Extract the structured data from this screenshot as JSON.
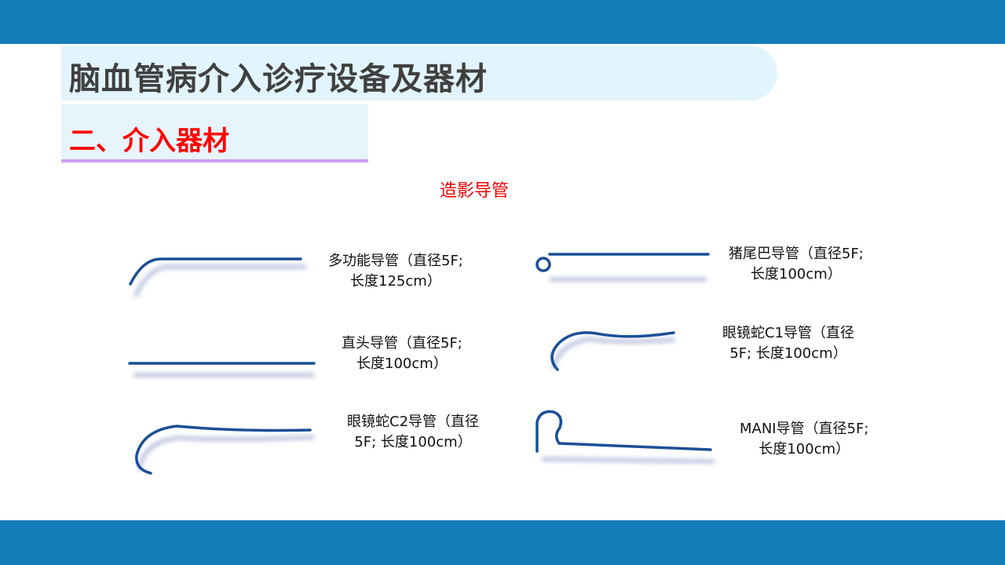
{
  "header": {
    "title": "脑血管病介入诊疗设备及器材",
    "section": "二、介入器材",
    "caption": "造影导管"
  },
  "catheters": [
    {
      "line1": "多功能导管（直径5F;",
      "line2": "长度125cm）"
    },
    {
      "line1": "猪尾巴导管（直径5F;",
      "line2": "长度100cm）"
    },
    {
      "line1": "直头导管（直径5F;",
      "line2": "长度100cm）"
    },
    {
      "line1": "眼镜蛇C1导管（直径",
      "line2": "5F; 长度100cm）"
    },
    {
      "line1": "眼镜蛇C2导管（直径",
      "line2": "5F; 长度100cm）"
    },
    {
      "line1": "MANI导管（直径5F;",
      "line2": "长度100cm）"
    }
  ],
  "colors": {
    "bar": "#137db8",
    "catheter": "#1a4f96"
  }
}
